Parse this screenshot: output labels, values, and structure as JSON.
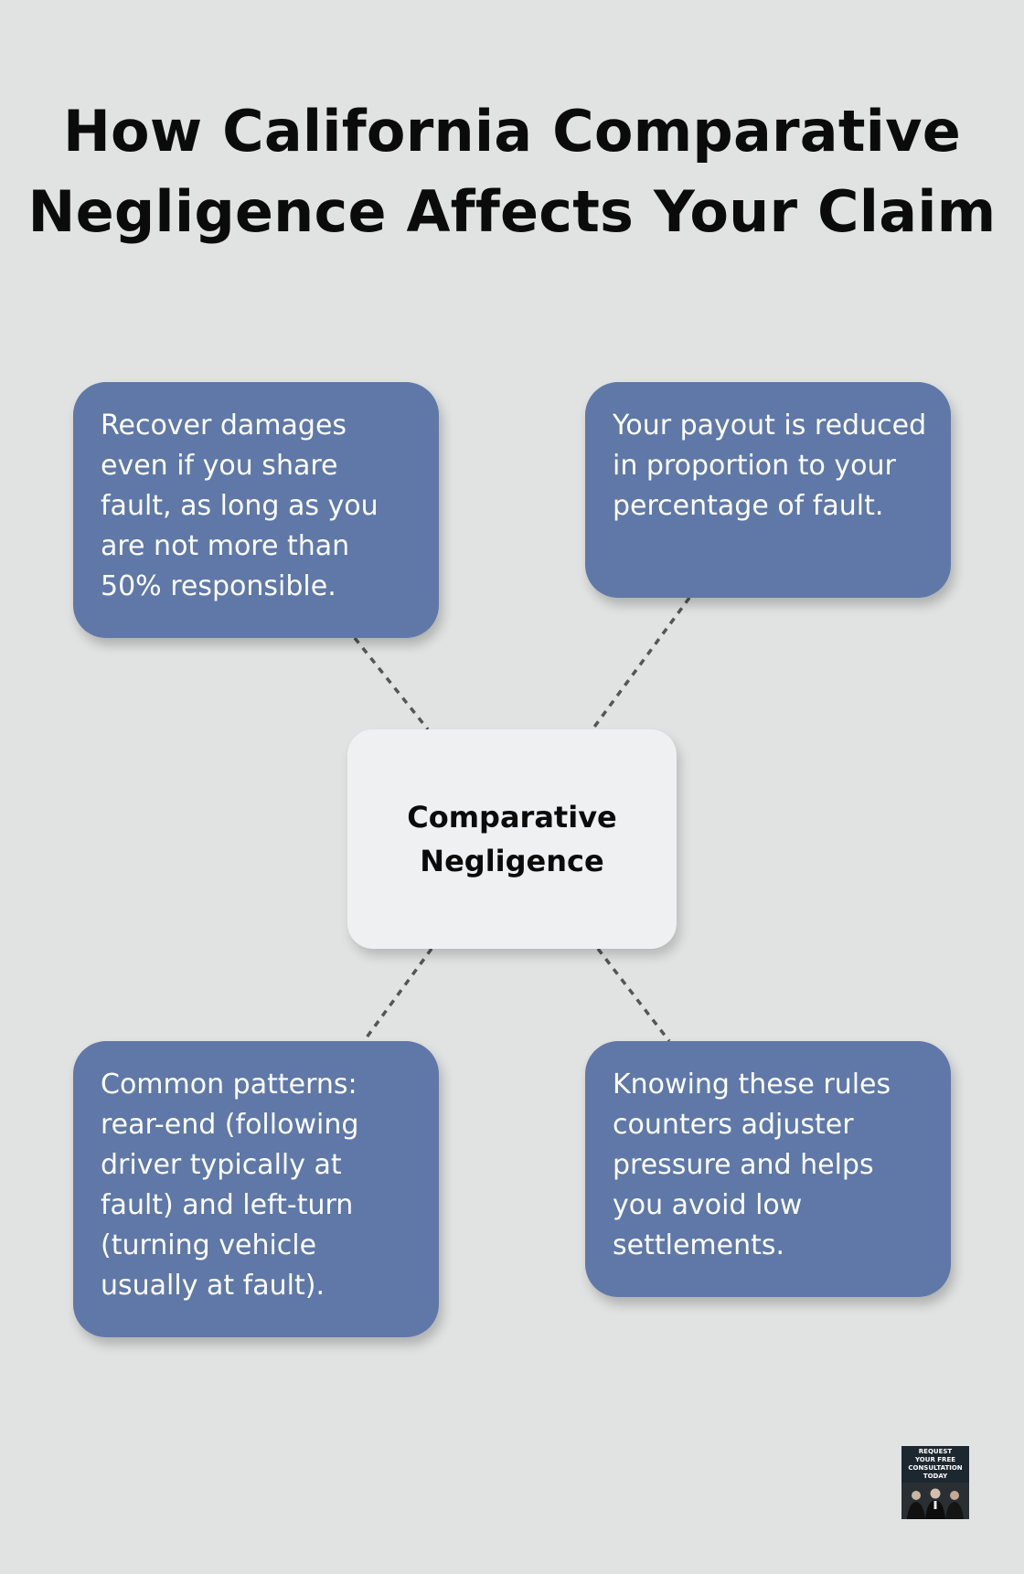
{
  "title": {
    "line1": "How California Comparative",
    "line2": "Negligence Affects Your Claim"
  },
  "center": {
    "line1": "Comparative",
    "line2": "Negligence"
  },
  "boxes": {
    "top_left": "Recover damages even if you share fault, as long as you are not more than 50% responsible.",
    "top_right": "Your payout is reduced in proportion to your percentage of fault.",
    "bottom_left": "Common patterns: rear-end (following driver typically at fault) and left-turn (turning vehicle usually at fault).",
    "bottom_right": "Knowing these rules counters adjuster pressure and helps you avoid low settlements."
  },
  "cta": {
    "line1": "REQUEST",
    "line2": "YOUR FREE",
    "line3": "CONSULTATION",
    "line4": "TODAY"
  },
  "colors": {
    "background": "#e1e3e3",
    "box_fill": "#5f78a8",
    "center_fill": "#eff0f2",
    "connector": "#555555"
  }
}
